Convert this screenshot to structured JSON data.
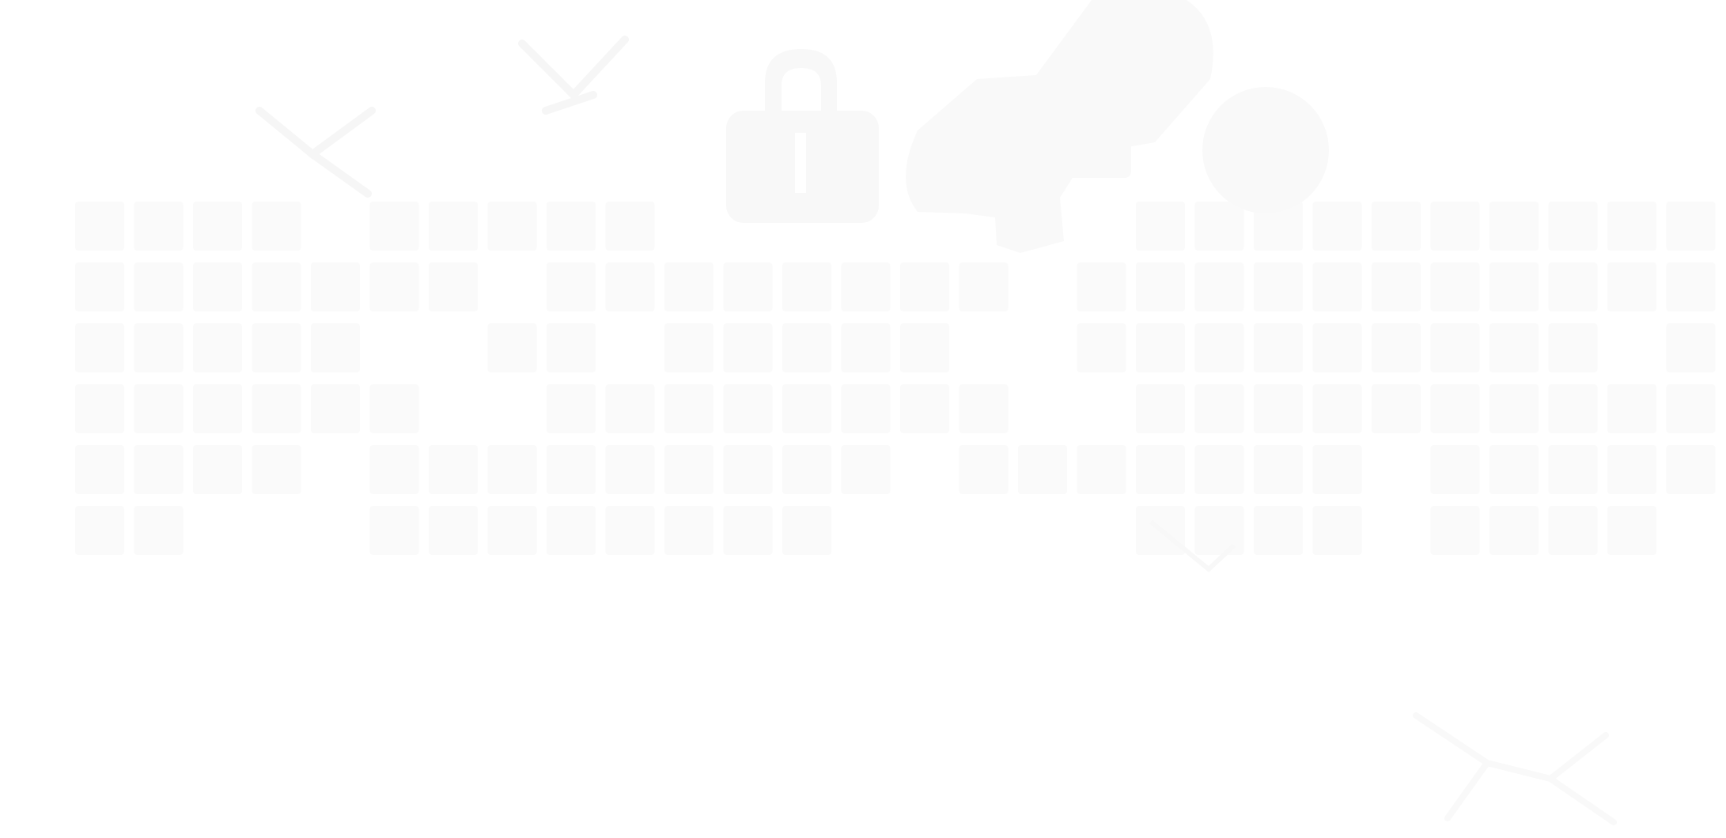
{
  "artwork": {
    "description_icons": [
      "lock-icon",
      "key-icon",
      "chevron-icon",
      "x-mark-icon"
    ],
    "colors": {
      "background": "#ffffff",
      "cell": "#fafafa",
      "shape": "#f8f8f8"
    },
    "grid": {
      "rows": 6,
      "cols": 28,
      "mask": [
        "1111011111000000001111111111",
        "1111111011111111011111111111",
        "1111100110111110011111111101",
        "1111110011111111001111111111",
        "1111011111111101111111011111",
        "1100011111111000001111011110"
      ]
    }
  }
}
